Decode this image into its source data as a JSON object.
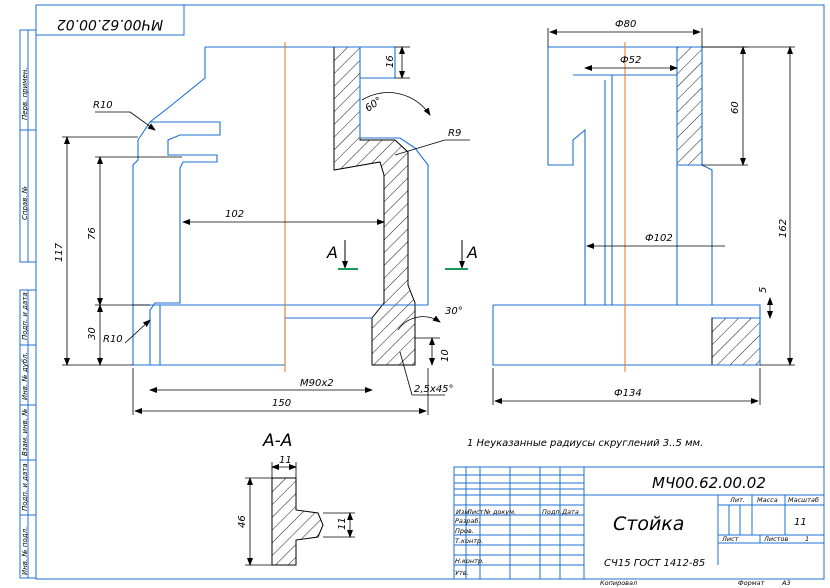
{
  "drawing": {
    "code": "МЧ00.62.00.02",
    "code_rotated": "МЧ00.62.00.02",
    "title": "Стойка",
    "material": "СЧ15 ГОСТ 1412-85",
    "sheet_number": "11",
    "note": "1  Неуказанные радиусы скруглений 3..5 мм.",
    "section_label": "А-А",
    "cut_letter": "А"
  },
  "left_strip": [
    "Перв. примен.",
    "Справ. №",
    "Подп. и дата",
    "Инв. № дубл.",
    "Взам. инв. №",
    "Подп. и дата",
    "Инв. № подл."
  ],
  "dimensions": {
    "r10_top": "R10",
    "r10_bottom": "R10",
    "r9": "R9",
    "d16": "16",
    "a60": "60°",
    "d102": "102",
    "d76": "76",
    "d117": "117",
    "d30": "30",
    "a30": "30°",
    "d10": "10",
    "chamfer": "2,5х45°",
    "thread": "М90х2",
    "d150": "150",
    "dia80": "Ф80",
    "dia52": "Ф52",
    "d60": "60",
    "dia102": "Ф102",
    "d162": "162",
    "d5": "5",
    "dia134": "Ф134",
    "s11_top": "11",
    "s46": "46",
    "s11_right": "11"
  },
  "title_block": {
    "headers": [
      "Изм",
      "Лист",
      "№ докум.",
      "Подп.",
      "Дата"
    ],
    "roles": [
      "Разраб.",
      "Пров.",
      "Т.контр.",
      "",
      "Н.контр.",
      "Утв."
    ],
    "lit_label": "Лит.",
    "mass_label": "Масса",
    "scale_label": "Масштаб",
    "sheet_label": "Лист",
    "sheets_label": "Листов",
    "sheets_count": "1",
    "copied": "Копировал",
    "format": "Формат",
    "format_value": "А3"
  }
}
